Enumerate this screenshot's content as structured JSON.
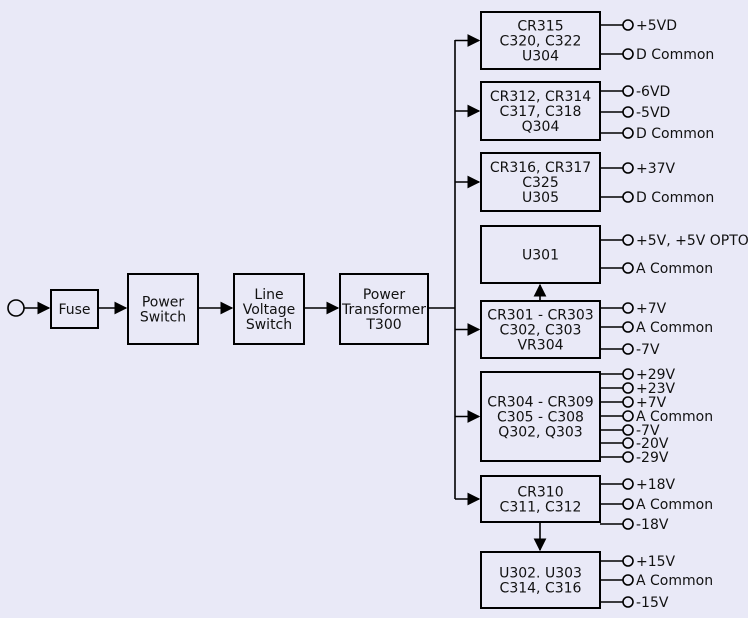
{
  "input_chain": [
    {
      "lines": [
        "Fuse"
      ]
    },
    {
      "lines": [
        "Power",
        "Switch"
      ]
    },
    {
      "lines": [
        "Line",
        "Voltage",
        "Switch"
      ]
    },
    {
      "lines": [
        "Power",
        "Transformer",
        "T300"
      ]
    }
  ],
  "supply_blocks": [
    {
      "lines": [
        "CR315",
        "C320, C322",
        "U304"
      ],
      "outputs": [
        "+5VD",
        "D Common"
      ]
    },
    {
      "lines": [
        "CR312, CR314",
        "C317, C318",
        "Q304"
      ],
      "outputs": [
        "-6VD",
        "-5VD",
        "D Common"
      ]
    },
    {
      "lines": [
        "CR316, CR317",
        "C325",
        "U305"
      ],
      "outputs": [
        "+37V",
        "D Common"
      ]
    },
    {
      "lines": [
        "U301"
      ],
      "outputs": [
        "+5V, +5V OPTO",
        "A Common"
      ]
    },
    {
      "lines": [
        "CR301 - CR303",
        "C302, C303",
        "VR304"
      ],
      "outputs": [
        "+7V",
        "A Common",
        "-7V"
      ]
    },
    {
      "lines": [
        "CR304 - CR309",
        "C305 - C308",
        "Q302, Q303"
      ],
      "outputs": [
        "+29V",
        "+23V",
        "+7V",
        "A Common",
        "-7V",
        "-20V",
        "-29V"
      ]
    },
    {
      "lines": [
        "CR310",
        "C311, C312"
      ],
      "outputs": [
        "+18V",
        "A Common",
        "-18V"
      ]
    },
    {
      "lines": [
        "U302. U303",
        "C314, C316"
      ],
      "outputs": [
        "+15V",
        "A Common",
        "-15V"
      ]
    }
  ]
}
